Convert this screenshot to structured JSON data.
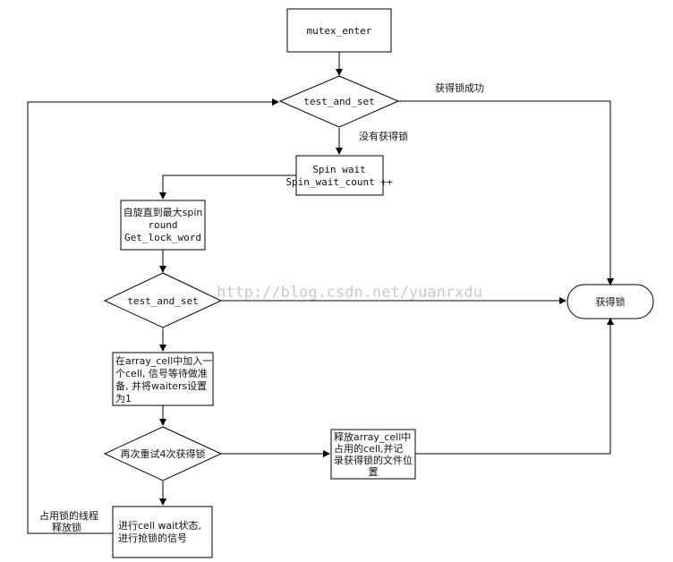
{
  "nodes": {
    "mutex_enter": "mutex_enter",
    "test_and_set_1": "test_and_set",
    "spin_wait": [
      "Spin wait",
      "Spin_wait_count ++"
    ],
    "spin_round": [
      "自旋直到最大spin",
      "round",
      "Get_lock_word"
    ],
    "test_and_set_2": "test_and_set",
    "array_cell": [
      "在array_cell中加入一",
      "个cell, 信号等待做准",
      "备, 并将waiters设置",
      "为1"
    ],
    "retry": "再次重试4次获得锁",
    "release": [
      "释放array_cell中",
      "占用的cell,并记",
      "录获得锁的文件位",
      "置"
    ],
    "cell_wait": [
      "进行cell wait状态,",
      "进行抢锁的信号"
    ],
    "acquired": "获得锁"
  },
  "edge_labels": {
    "success": "获得锁成功",
    "not_acquired": "没有获得锁",
    "holder": [
      "占用锁的线程",
      "释放锁"
    ]
  },
  "watermark": "http://blog.csdn.net/yuanrxdu",
  "colors": {
    "stroke": "#000000",
    "text": "#111111",
    "watermark": "#c9c9c9"
  }
}
